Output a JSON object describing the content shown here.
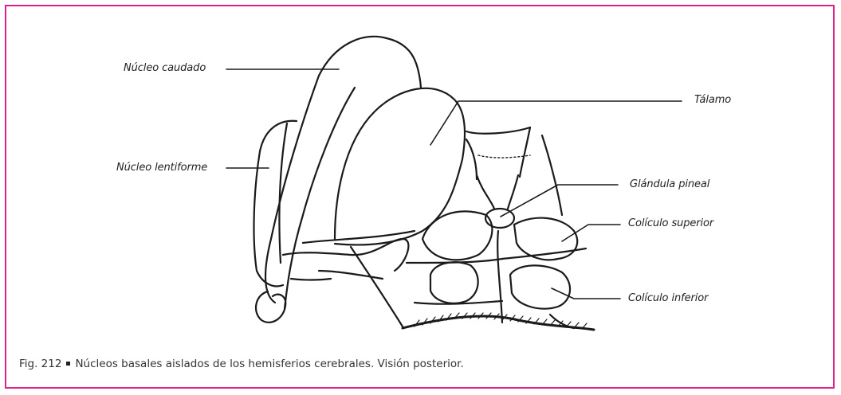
{
  "labels": {
    "caudate": "Núcleo caudado",
    "lentiform": "Núcleo lentiforme",
    "thalamus": "Tálamo",
    "pineal": "Glándula pineal",
    "sup_colliculus": "Colículo superior",
    "inf_colliculus": "Colículo inferior"
  },
  "caption": {
    "fig_number": "Fig. 212",
    "text": "Núcleos basales aislados de los hemisferios cerebrales. Visión posterior."
  },
  "colors": {
    "frame": "#e0208c",
    "ink": "#1a1a1a"
  }
}
